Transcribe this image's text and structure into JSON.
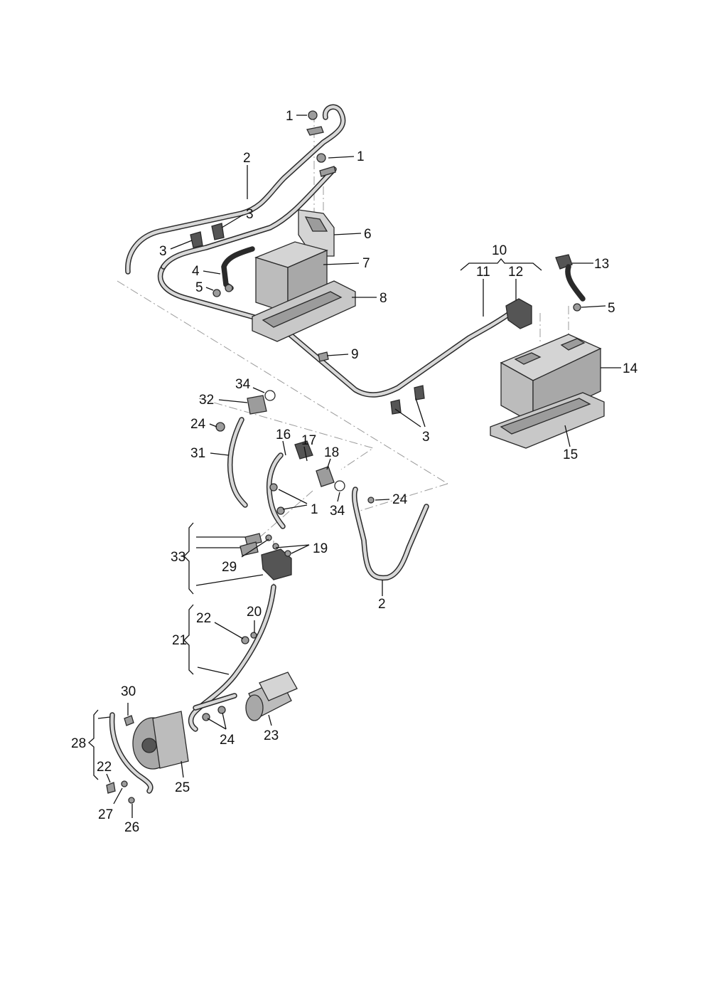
{
  "diagram": {
    "callouts": [
      {
        "id": "c1a",
        "text": "1"
      },
      {
        "id": "c1b",
        "text": "1"
      },
      {
        "id": "c1c",
        "text": "1"
      },
      {
        "id": "c2a",
        "text": "2"
      },
      {
        "id": "c2b",
        "text": "2"
      },
      {
        "id": "c3a",
        "text": "3"
      },
      {
        "id": "c3b",
        "text": "3"
      },
      {
        "id": "c3c",
        "text": "3"
      },
      {
        "id": "c4",
        "text": "4"
      },
      {
        "id": "c5a",
        "text": "5"
      },
      {
        "id": "c5b",
        "text": "5"
      },
      {
        "id": "c6",
        "text": "6"
      },
      {
        "id": "c7",
        "text": "7"
      },
      {
        "id": "c8",
        "text": "8"
      },
      {
        "id": "c9",
        "text": "9"
      },
      {
        "id": "c10",
        "text": "10"
      },
      {
        "id": "c11",
        "text": "11"
      },
      {
        "id": "c12",
        "text": "12"
      },
      {
        "id": "c13",
        "text": "13"
      },
      {
        "id": "c14",
        "text": "14"
      },
      {
        "id": "c15",
        "text": "15"
      },
      {
        "id": "c16",
        "text": "16"
      },
      {
        "id": "c17",
        "text": "17"
      },
      {
        "id": "c18",
        "text": "18"
      },
      {
        "id": "c19",
        "text": "19"
      },
      {
        "id": "c20",
        "text": "20"
      },
      {
        "id": "c21",
        "text": "21"
      },
      {
        "id": "c22a",
        "text": "22"
      },
      {
        "id": "c22b",
        "text": "22"
      },
      {
        "id": "c23",
        "text": "23"
      },
      {
        "id": "c24a",
        "text": "24"
      },
      {
        "id": "c24b",
        "text": "24"
      },
      {
        "id": "c24c",
        "text": "24"
      },
      {
        "id": "c25",
        "text": "25"
      },
      {
        "id": "c26",
        "text": "26"
      },
      {
        "id": "c27",
        "text": "27"
      },
      {
        "id": "c28",
        "text": "28"
      },
      {
        "id": "c29",
        "text": "29"
      },
      {
        "id": "c30",
        "text": "30"
      },
      {
        "id": "c31",
        "text": "31"
      },
      {
        "id": "c32",
        "text": "32"
      },
      {
        "id": "c33",
        "text": "33"
      },
      {
        "id": "c34a",
        "text": "34"
      },
      {
        "id": "c34b",
        "text": "34"
      }
    ]
  }
}
